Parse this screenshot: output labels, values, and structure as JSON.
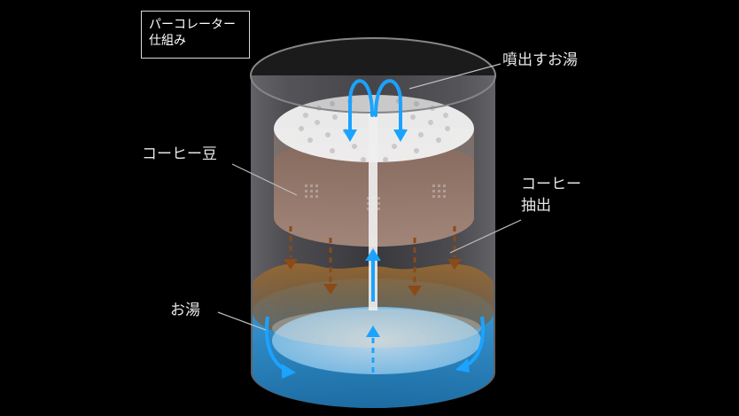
{
  "title": {
    "line1": "パーコレーター",
    "line2": "仕組み"
  },
  "labels": {
    "spray_water": "噴出すお湯",
    "coffee_beans": "コーヒー豆",
    "extraction_line1": "コーヒー",
    "extraction_line2": "抽出",
    "hot_water": "お湯"
  },
  "colors": {
    "background": "#000000",
    "arrow_blue": "#1aa3ff",
    "arrow_brown": "#8b4a17",
    "water": "#2a8fd0",
    "coffee_grounds": "#8a6a58",
    "extracted_coffee": "#8a5a2a"
  }
}
